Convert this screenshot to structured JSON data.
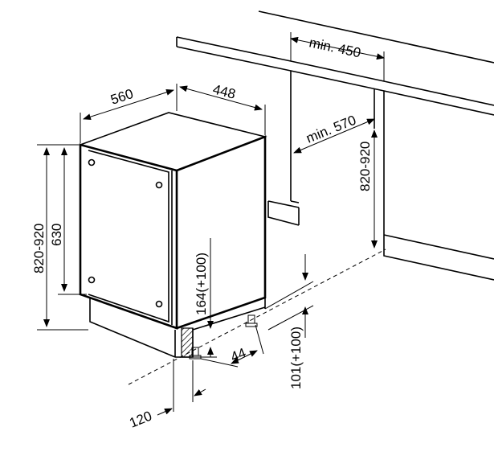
{
  "dimensions": {
    "niche_width": "min. 450",
    "niche_depth": "min. 570",
    "niche_height": "820-920",
    "appliance_width": "560",
    "appliance_depth": "448",
    "appliance_height_total": "820-920",
    "appliance_body_height": "630",
    "plinth_height": "164(+100)",
    "foot_offset": "44",
    "foot_height": "101(+100)",
    "plinth_depth": "120"
  }
}
